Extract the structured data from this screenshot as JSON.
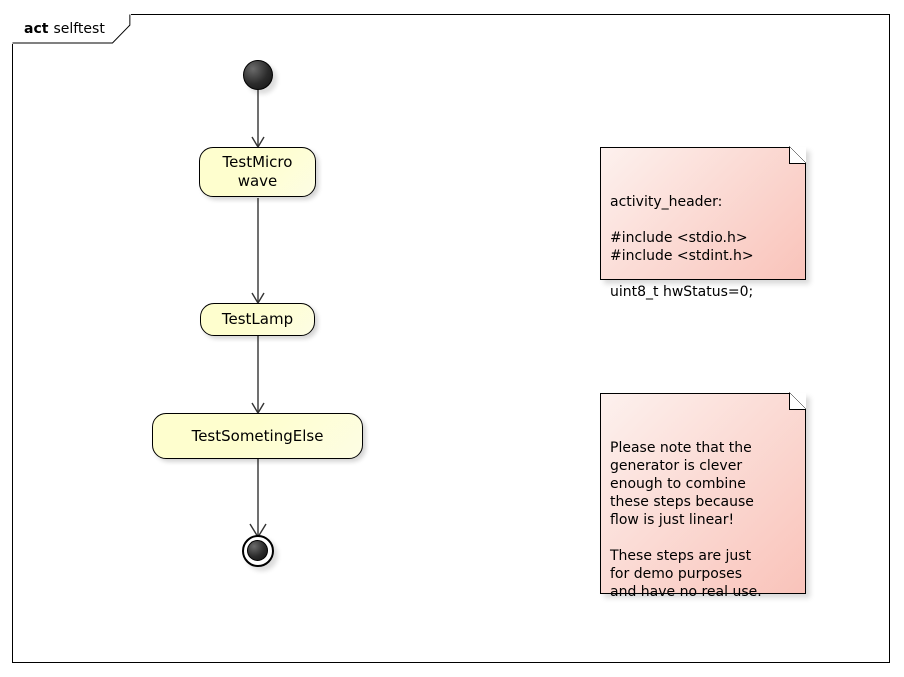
{
  "diagram": {
    "kind_keyword": "act",
    "name": "selftest",
    "type": "uml-activity-diagram"
  },
  "nodes": {
    "start": {
      "label": "",
      "icon": "initial-node"
    },
    "activity_1": {
      "label": "TestMicro\nwave"
    },
    "activity_2": {
      "label": "TestLamp"
    },
    "activity_3": {
      "label": "TestSometingElse"
    },
    "end": {
      "label": "",
      "icon": "final-node"
    }
  },
  "notes": [
    {
      "id": "activity-header-note",
      "text": "activity_header:\n\n#include <stdio.h>\n#include <stdint.h>\n\nuint8_t hwStatus=0;"
    },
    {
      "id": "generator-comment-note",
      "text": "Please note that the\ngenerator is clever\nenough to combine\nthese steps because\nflow is just linear!\n\nThese steps are just\nfor demo purposes\nand have no real use."
    }
  ],
  "colors": {
    "activity_fill": "#FEFECE",
    "note_fill_light": "#FDF1EE",
    "note_fill_dark": "#F9C3BA",
    "stroke": "#000000",
    "background": "#FFFFFF"
  }
}
